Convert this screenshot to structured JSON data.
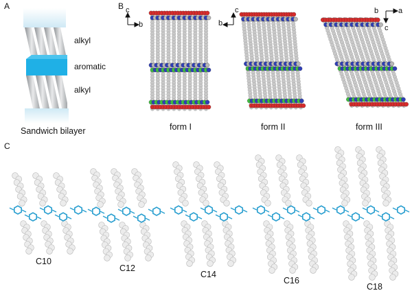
{
  "panels": {
    "a": {
      "label": "A",
      "layers": {
        "top": "alkyl",
        "middle": "aromatic",
        "bottom": "alkyl"
      },
      "caption": "Sandwich bilayer",
      "colors": {
        "aromatic": "#1fb0e6",
        "alkyl": "#b9bcbf",
        "end": "#d6eef8"
      }
    },
    "b": {
      "label": "B",
      "forms": [
        {
          "caption": "form I",
          "axes": {
            "vertical": "c",
            "horizontal": "b"
          }
        },
        {
          "caption": "form II",
          "axes": {
            "vertical": "c",
            "horizontal": "b"
          }
        },
        {
          "caption": "form III",
          "axes": {
            "vertical": "c",
            "horizontal": "a",
            "origin": "b"
          }
        }
      ]
    },
    "c": {
      "label": "C",
      "molecules": [
        "C10",
        "C12",
        "C14",
        "C16",
        "C18"
      ],
      "colors": {
        "chain": "#e6e6e6",
        "ring": "#2a9fd0"
      }
    }
  }
}
